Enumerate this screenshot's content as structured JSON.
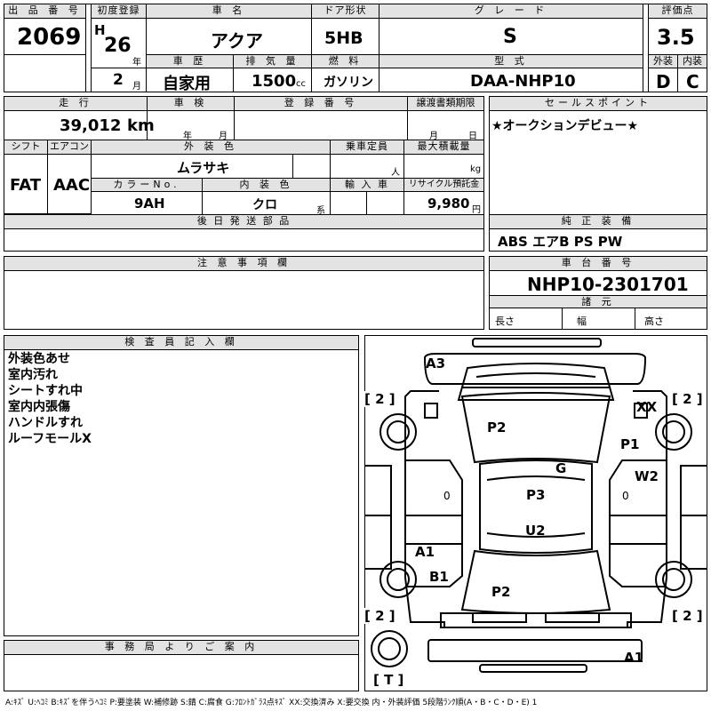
{
  "header_labels": {
    "lot": "出 品 番 号",
    "first_reg": "初度登録",
    "car_name": "車  名",
    "door": "ドア形状",
    "grade": "グ レ ー ド",
    "score": "評価点",
    "history": "車 歴",
    "displacement": "排 気 量",
    "fuel": "燃 料",
    "model_code": "型 式",
    "exterior": "外装",
    "interior": "内装",
    "mileage": "走 行",
    "inspection": "車 検",
    "registration": "登 録 番 号",
    "transfer_deadline": "譲渡書類期限",
    "sales_point": "セールスポイント",
    "shift": "シフト",
    "aircon": "エアコン",
    "ext_color": "外 装 色",
    "capacity": "乗車定員",
    "max_load": "最大積載量",
    "color_no": "カラーNo.",
    "int_color": "内 装 色",
    "import": "輸 入 車",
    "recycle": "リサイクル預託金",
    "later_parts": "後 日 発 送 部 品",
    "genuine_equipment": "純 正 装 備",
    "caution": "注 意 事 項 欄",
    "chassis_no": "車 台 番 号",
    "specs": "諸 元",
    "inspector": "検 査 員 記 入 欄",
    "office_notice": "事 務 局 よ り ご 案 内"
  },
  "values": {
    "lot_no": "2069",
    "era": "H",
    "reg_year": "26",
    "year_unit": "年",
    "reg_month": "2",
    "month_unit": "月",
    "car_name": "アクア",
    "door": "5HB",
    "grade": "S",
    "score": "3.5",
    "history": "自家用",
    "displacement": "1500",
    "cc_unit": "cc",
    "fuel": "ガソリン",
    "model_code": "DAA-NHP10",
    "exterior_grade": "D",
    "interior_grade": "C",
    "mileage": "39,012",
    "km_unit": "km",
    "inspection_year_unit": "年",
    "inspection_month_unit": "月",
    "transfer_month_unit": "月",
    "transfer_day_unit": "日",
    "sales_point": "★オークションデビュー★",
    "shift": "FAT",
    "aircon": "AAC",
    "ext_color": "ムラサキ",
    "capacity_unit": "人",
    "load_unit": "kg",
    "color_no": "9AH",
    "int_color": "クロ",
    "int_color_suffix": "系",
    "recycle": "9,980",
    "yen_unit": "円",
    "genuine_equipment": "ABS エアB PS PW",
    "chassis_no": "NHP10-2301701",
    "length_label": "長さ",
    "width_label": "幅",
    "height_label": "高さ"
  },
  "inspector_notes": [
    "外装色あせ",
    "室内汚れ",
    "シートすれ中",
    "室内内張傷",
    "ハンドルすれ",
    "ルーフモールX"
  ],
  "diagram_marks": {
    "a3": "A3",
    "xx": "XX",
    "p2_top": "P2",
    "p1": "P1",
    "g": "G",
    "w2": "W2",
    "p3": "P3",
    "u2": "U2",
    "a1_left": "A1",
    "b1": "B1",
    "p2_bottom": "P2",
    "a1_bottom": "A1",
    "tire_tl": "[ 2 ]",
    "tire_tr": "[ 2 ]",
    "tire_bl": "[ 2 ]",
    "tire_br": "[ 2 ]",
    "spare": "[ T ]",
    "zero_left": "0",
    "zero_right": "0"
  },
  "legend": "A:ｷｽﾞ U:ﾍｺﾐ B:ｷｽﾞを伴うﾍｺﾐ P:要塗装 W:補修跡 S:錆 C:腐食 G:ﾌﾛﾝﾄｶﾞﾗｽ点ｷｽﾞ XX:交換済み X:要交換  内・外装評価 5段階ﾗﾝｸ順(A・B・C・D・E) 1"
}
